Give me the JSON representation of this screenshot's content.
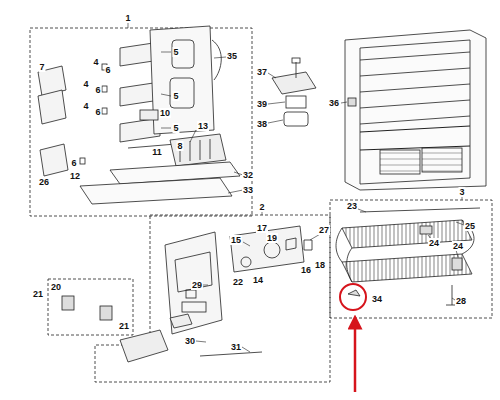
{
  "diagram": {
    "labels": [
      "1",
      "5",
      "7",
      "4",
      "6",
      "4",
      "6",
      "5",
      "4",
      "6",
      "5",
      "10",
      "8",
      "35",
      "26",
      "6",
      "13",
      "11",
      "12",
      "32",
      "33",
      "37",
      "39",
      "38",
      "36",
      "3",
      "23",
      "25",
      "24",
      "24",
      "34",
      "28",
      "2",
      "17",
      "27",
      "15",
      "19",
      "18",
      "16",
      "22",
      "14",
      "29",
      "20",
      "21",
      "21",
      "30",
      "31"
    ]
  }
}
